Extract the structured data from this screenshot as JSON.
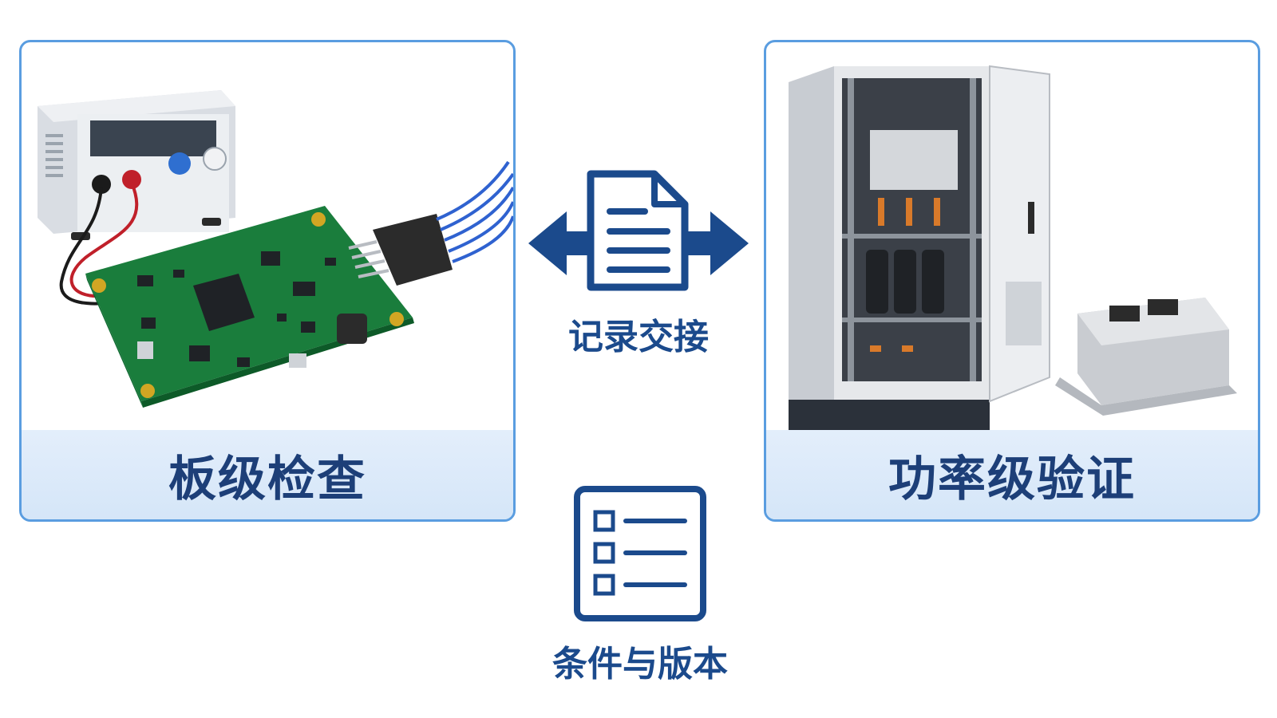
{
  "panels": {
    "left": {
      "label": "板级检查",
      "illustration": "pcb-with-power-supply"
    },
    "right": {
      "label": "功率级验证",
      "illustration": "power-cabinet-and-igbt-module"
    }
  },
  "center": {
    "handoff": {
      "label": "记录交接",
      "icon": "document-icon",
      "arrows": "bidirectional"
    },
    "conditions": {
      "label": "条件与版本",
      "icon": "checklist-icon"
    }
  },
  "colors": {
    "panel_border": "#5a9de0",
    "label_bg": "#dbe9f9",
    "label_text": "#1d3f78",
    "icon_blue": "#1b4a8c"
  }
}
